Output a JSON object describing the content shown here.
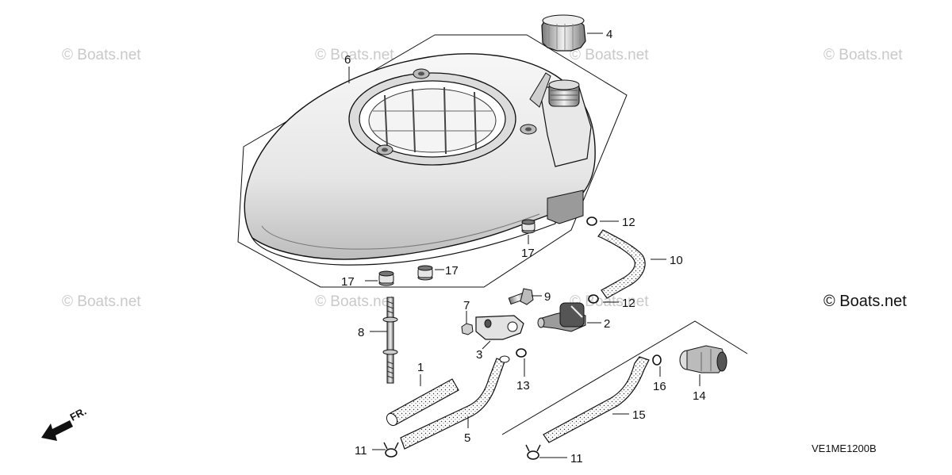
{
  "diagram": {
    "drawing_code": "VE1ME1200B",
    "front_indicator": "FR.",
    "watermarks": {
      "faded": [
        "© Boats.net",
        "© Boats.net",
        "© Boats.net",
        "© Boats.net",
        "© Boats.net",
        "© Boats.net",
        "© Boats.net"
      ],
      "prominent": "© Boats.net"
    },
    "callouts": {
      "c1": "1",
      "c2": "2",
      "c3": "3",
      "c4": "4",
      "c5": "5",
      "c6": "6",
      "c7": "7",
      "c8": "8",
      "c9": "9",
      "c10": "10",
      "c11a": "11",
      "c11b": "11",
      "c12a": "12",
      "c12b": "12",
      "c13": "13",
      "c14": "14",
      "c15": "15",
      "c16": "16",
      "c17a": "17",
      "c17b": "17",
      "c17c": "17"
    }
  }
}
